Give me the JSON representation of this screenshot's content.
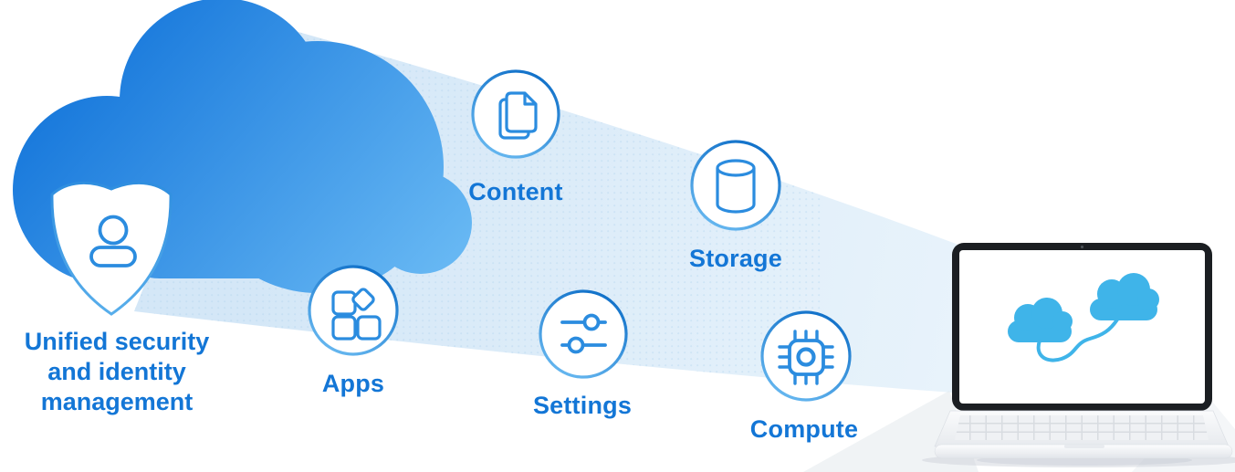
{
  "title": {
    "text": "Unified security and identity management"
  },
  "nodes": [
    {
      "id": "content",
      "label": "Content",
      "icon": "document-pages-icon"
    },
    {
      "id": "storage",
      "label": "Storage",
      "icon": "database-cylinder-icon"
    },
    {
      "id": "apps",
      "label": "Apps",
      "icon": "apps-grid-icon"
    },
    {
      "id": "settings",
      "label": "Settings",
      "icon": "sliders-icon"
    },
    {
      "id": "compute",
      "label": "Compute",
      "icon": "cpu-chip-icon"
    }
  ],
  "security_badge": {
    "icon": "shield-icon",
    "inner_icon": "person-icon"
  },
  "device": {
    "type": "laptop",
    "screen_icon": "connected-clouds-icon"
  },
  "colors": {
    "cloud_dark": "#1677DB",
    "cloud_light": "#66B7F3",
    "beam_start": "#D4E7F7",
    "beam_end": "#E8F3FB",
    "dots": "#A9CFEC",
    "ring_dark": "#0F6FC8",
    "ring_light": "#67B8F0",
    "glyph": "#2B8CDF",
    "shield_dark": "#2F8EDF",
    "shield_light": "#58AEEB",
    "label_text": "#1376D6",
    "screen_cloud": "#3FB4E9",
    "bezel": "#1B1E22"
  }
}
